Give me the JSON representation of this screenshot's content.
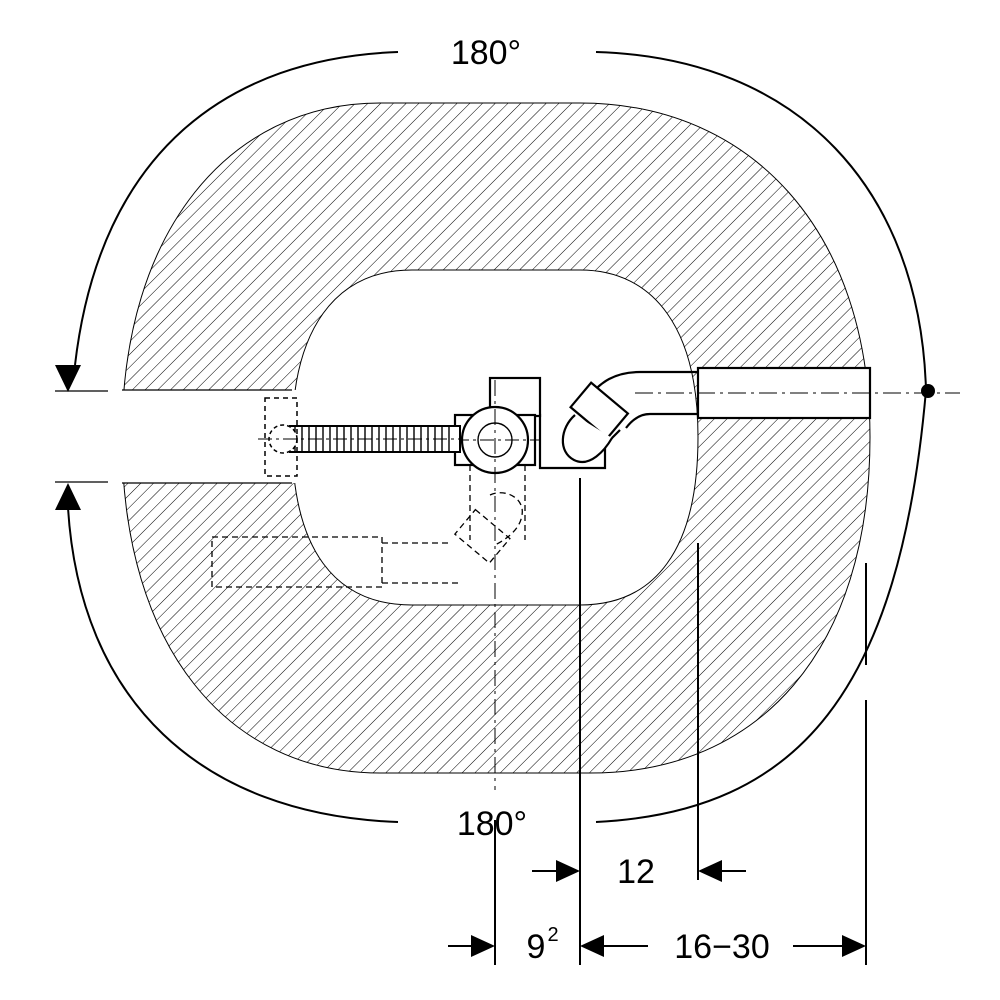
{
  "labels": {
    "top_angle": "180°",
    "bottom_angle": "180°",
    "dim_12": "12",
    "dim_9_base": "9",
    "dim_9_sup": "2",
    "dim_range": "16−30"
  },
  "colors": {
    "ink": "#000000",
    "paper": "#ffffff"
  }
}
